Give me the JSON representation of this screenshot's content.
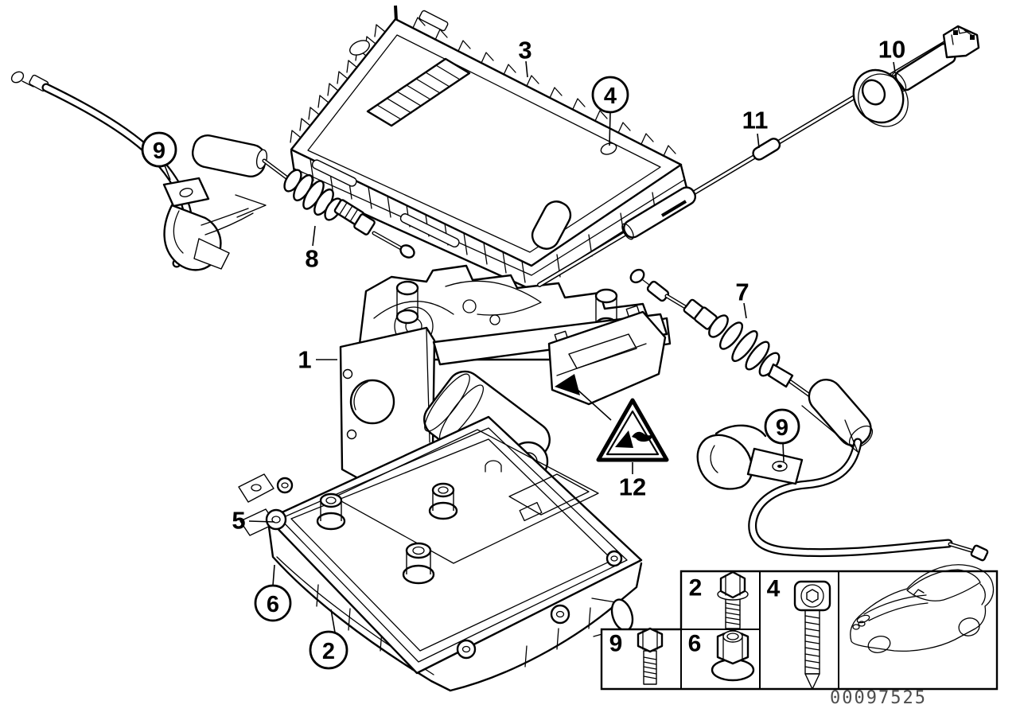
{
  "diagram": {
    "callouts": {
      "c1": "1",
      "c2": "2",
      "c3": "3",
      "c4": "4",
      "c5": "5",
      "c6": "6",
      "c7": "7",
      "c8": "8",
      "c9_left": "9",
      "c9_right": "9",
      "c10": "10",
      "c11": "11",
      "c12": "12"
    },
    "warning": {
      "label": "12",
      "icon": "pinch-hazard-icon"
    }
  },
  "legend": {
    "cells": [
      {
        "label": "2",
        "icon": "flanged-hex-bolt-icon"
      },
      {
        "label": "4",
        "icon": "socket-head-screw-icon"
      },
      {
        "label": "9",
        "icon": "hex-bolt-icon"
      },
      {
        "label": "6",
        "icon": "flanged-nut-icon"
      }
    ],
    "vehicle_icon": "car-outline-icon"
  },
  "footer": {
    "image_number": "00097525"
  }
}
